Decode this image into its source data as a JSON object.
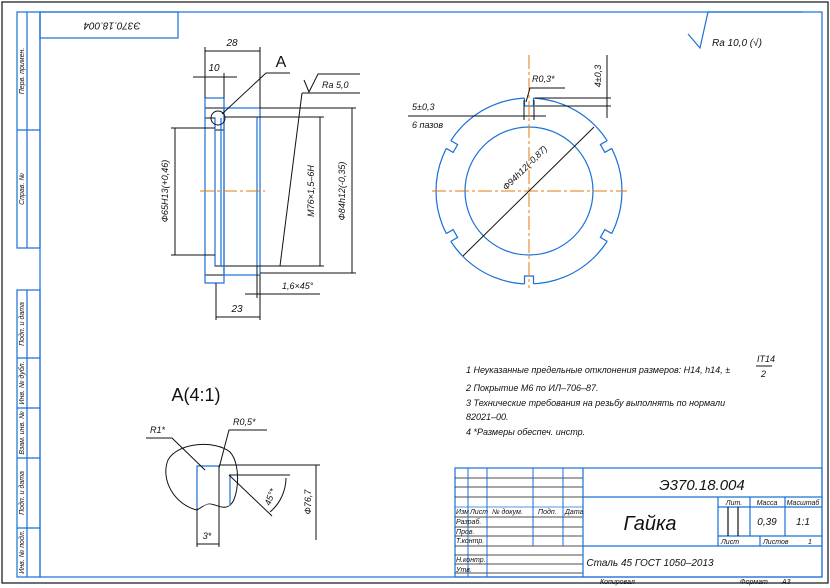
{
  "drawing_number": "Э370.18.004",
  "stamp_number_rotated": "Э370.18.004",
  "surface_roughness_general": "Ra 10,0 (√)",
  "side_strip": [
    "Перв. примен.",
    "Справ. №",
    "Подп. и дата",
    "Инв. № дубл.",
    "Взам. инв. №",
    "Подп. и дата",
    "Инв. № подл."
  ],
  "section_view": {
    "view_label": "A",
    "dims": {
      "length_28": "28",
      "length_10": "10",
      "length_23": "23",
      "chamfer": "1,6×45°",
      "bore": "Ф65H13(+0,46)",
      "thread": "M76×1,5–6H",
      "outer": "Ф84h12(-0,35)",
      "roughness": "Ra 5,0"
    }
  },
  "detail_view": {
    "title": "A(4:1)",
    "dims": {
      "r1": "R1*",
      "r05": "R0,5*",
      "angle": "45°*",
      "width": "3*",
      "diameter": "Ф76,7"
    }
  },
  "front_view": {
    "dims": {
      "slot_width": "5±0,3",
      "slot_count": "6 пазов",
      "radius": "R0,3*",
      "slot_depth": "4±0,3",
      "diameter": "Ф94h12(-0,87)"
    }
  },
  "notes": [
    "1 Неуказанные предельные отклонения размеров: H14, h14, ±",
    "2  Покрытие М6 по ИЛ–706–87.",
    "3  Технические  требования  на  резьбу  выполнять  по  нормали",
    "82021–00.",
    "4   *Размеры обеспеч. инстр."
  ],
  "note_fraction": {
    "numerator": "IT14",
    "denominator": "2"
  },
  "title_block": {
    "headers": {
      "izm": "Изм",
      "list": "Лист",
      "doc": "№ докум.",
      "sign": "Подп.",
      "date": "Дата"
    },
    "roles": [
      "Разраб.",
      "Пров.",
      "Т.контр.",
      "Н.контр.",
      "Утв."
    ],
    "part_name": "Гайка",
    "material": "Сталь 45  ГОСТ 1050–2013",
    "lit_label": "Лит.",
    "mass_label": "Масса",
    "scale_label": "Масштаб",
    "mass": "0,39",
    "scale": "1:1",
    "sheet_label": "Лист",
    "sheets_label": "Листов",
    "sheets": "1",
    "copied_label": "Копировал",
    "format_label": "Формат",
    "format": "А3"
  }
}
